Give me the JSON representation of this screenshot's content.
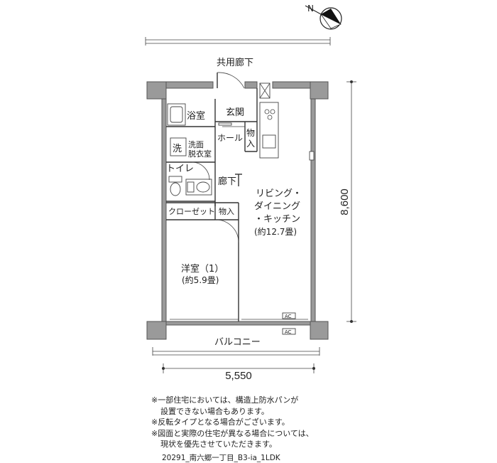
{
  "compass": {
    "label": "N"
  },
  "corridor": {
    "label": "共用廊下"
  },
  "rooms": {
    "bath": "浴室",
    "entrance": "玄関",
    "hall": "ホール",
    "storage_hall_1": "物",
    "storage_hall_2": "入",
    "washroom_mark": "洗",
    "washroom_1": "洗面",
    "washroom_2": "脱衣室",
    "toilet": "トイレ",
    "hallway": "廊下",
    "closet": "クローゼット",
    "storage": "物入",
    "ldk_1": "リビング・",
    "ldk_2": "ダイニング",
    "ldk_3": "・キッチン",
    "ldk_area": "(約12.7畳)",
    "western_1": "洋室（1）",
    "western_area": "(約5.9畳)",
    "balcony": "バルコニー",
    "ac_1": "AC",
    "ac_2": "AC"
  },
  "dimensions": {
    "height": "8,600",
    "width": "5,550"
  },
  "notes": [
    "※一部住宅においては、構造上防水パンが",
    "設置できない場合もあります。",
    "※反転タイプとなる場合がございます。",
    "※図面と実際の住宅が異なる場合については、",
    "現状を優先させていただきます。"
  ],
  "plan_code": "20291_南六郷一丁目_B3-ia_1LDK"
}
